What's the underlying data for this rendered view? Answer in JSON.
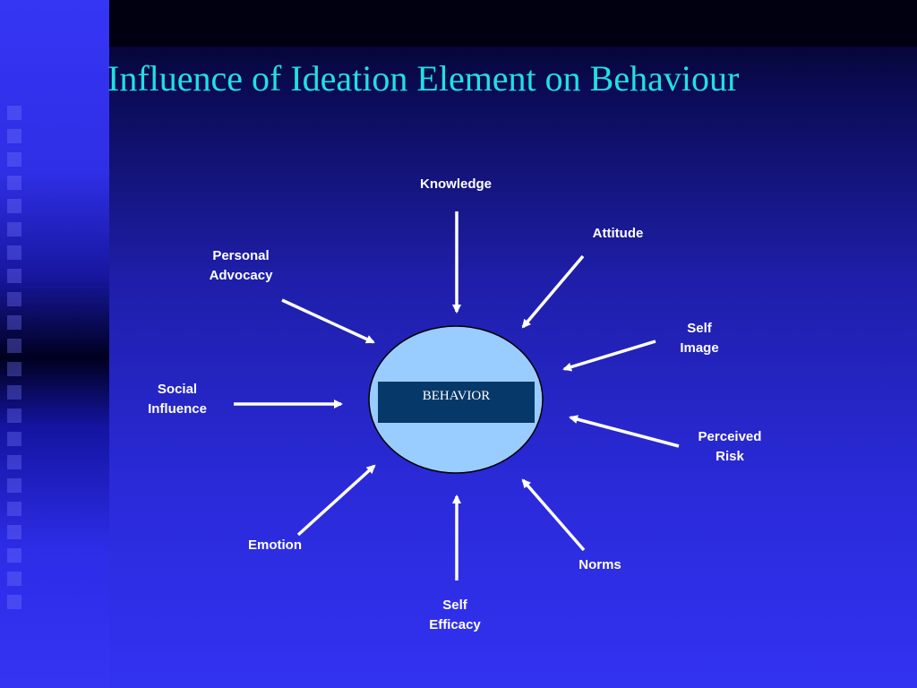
{
  "slide": {
    "title": "Influence of Ideation Element on Behaviour"
  },
  "diagram": {
    "center_label": "BEHAVIOR",
    "nodes": [
      {
        "id": "knowledge",
        "lines": [
          "Knowledge"
        ]
      },
      {
        "id": "attitude",
        "lines": [
          "Attitude"
        ]
      },
      {
        "id": "self-image",
        "lines": [
          "Self",
          "Image"
        ]
      },
      {
        "id": "perceived-risk",
        "lines": [
          "Perceived",
          "Risk"
        ]
      },
      {
        "id": "norms",
        "lines": [
          "Norms"
        ]
      },
      {
        "id": "self-efficacy",
        "lines": [
          "Self",
          "Efficacy"
        ]
      },
      {
        "id": "emotion",
        "lines": [
          "Emotion"
        ]
      },
      {
        "id": "social-influence",
        "lines": [
          "Social",
          "Influence"
        ]
      },
      {
        "id": "personal-advocacy",
        "lines": [
          "Personal",
          "Advocacy"
        ]
      }
    ]
  },
  "colors": {
    "title": "#22e0e0",
    "circle_fill": "#99ccff",
    "box_fill": "#07386a",
    "arrow": "#ffffff",
    "label": "#ffffff"
  }
}
